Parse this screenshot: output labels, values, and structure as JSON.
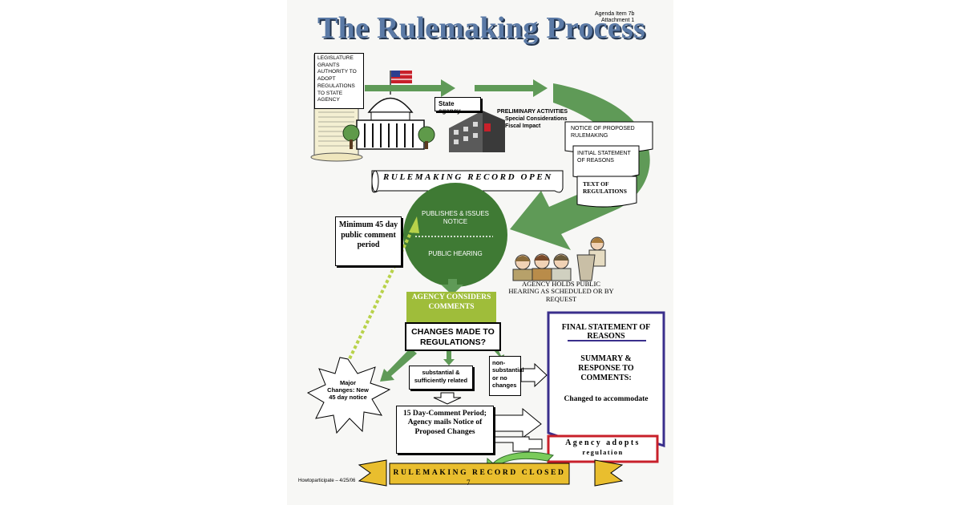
{
  "header": {
    "title": "The Rulemaking Process",
    "agenda_item": "Agenda Item 7b",
    "attachment": "Attachment 1"
  },
  "legislature": {
    "text": "LEGISLATURE GRANTS AUTHORITY TO ADOPT REGULATIONS TO STATE AGENCY"
  },
  "state_agency": {
    "label": "State agency"
  },
  "preliminary": {
    "title": "PRELIMINARY ACTIVITIES",
    "line1": "Special Considerations",
    "line2": "Fiscal Impact"
  },
  "documents": {
    "notice": "NOTICE OF PROPOSED RULEMAKING",
    "initial_statement": "INITIAL STATEMENT OF REASONS",
    "text_of_regs": "TEXT OF REGULATIONS"
  },
  "record_open": "RULEMAKING RECORD OPEN",
  "circle": {
    "top": "PUBLISHES & ISSUES NOTICE",
    "bottom": "PUBLIC HEARING"
  },
  "comment_period": "Minimum 45 day public comment period",
  "public_hearing_caption": "AGENCY HOLDS PUBLIC HEARING AS SCHEDULED OR BY REQUEST",
  "considers": {
    "header": "AGENCY CONSIDERS COMMENTS",
    "question": "CHANGES MADE TO REGULATIONS?"
  },
  "major_changes": "Major Changes: New 45 day notice",
  "substantial": "substantial & sufficiently related",
  "non_substantial": "non-substantial or no changes",
  "fifteen_day": "15 Day-Comment Period; Agency mails Notice of Proposed Changes",
  "final_statement": {
    "title": "FINAL STATEMENT OF REASONS",
    "summary": "SUMMARY & RESPONSE TO COMMENTS:",
    "changed": "Changed to accommodate"
  },
  "adopts": {
    "line1": "Agency adopts",
    "line2": "regulation"
  },
  "record_closed": "RULEMAKING RECORD CLOSED",
  "footer": {
    "left": "Howtoparticipate – 4/25/06",
    "page": "7"
  },
  "colors": {
    "title_blue": "#5b7aa6",
    "green_dark": "#3f7a34",
    "green_arrow": "#5f9a57",
    "lime": "#9fbd3a",
    "red_border": "#c8202a",
    "navy_border": "#3a2f8c",
    "gold": "#e9be2e"
  }
}
